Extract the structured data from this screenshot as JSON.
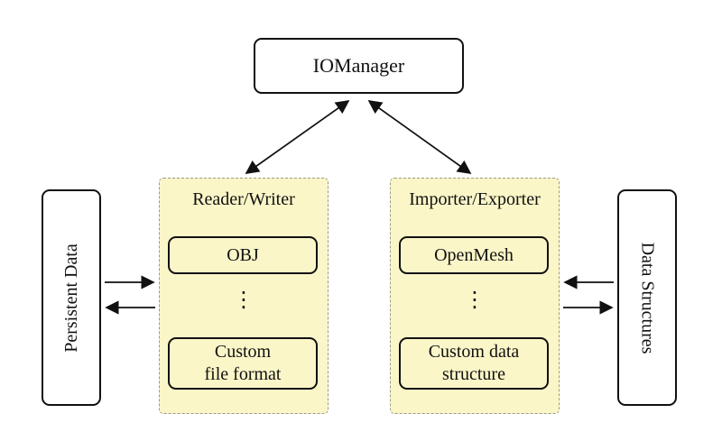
{
  "diagram": {
    "manager": {
      "label": "IOManager"
    },
    "left_box": {
      "label": "Persistent Data"
    },
    "right_box": {
      "label": "Data Structures"
    },
    "reader_writer": {
      "title": "Reader/Writer",
      "items": [
        "OBJ",
        "Custom\nfile format"
      ],
      "ellipsis": "⋮"
    },
    "importer_exporter": {
      "title": "Importer/Exporter",
      "items": [
        "OpenMesh",
        "Custom data\nstructure"
      ],
      "ellipsis": "⋮"
    },
    "colors": {
      "group_fill": "#fbf6c8",
      "group_dashed_border": "#9a9a8a",
      "node_border": "#111111",
      "node_fill": "#ffffff",
      "arrow": "#111111"
    }
  }
}
